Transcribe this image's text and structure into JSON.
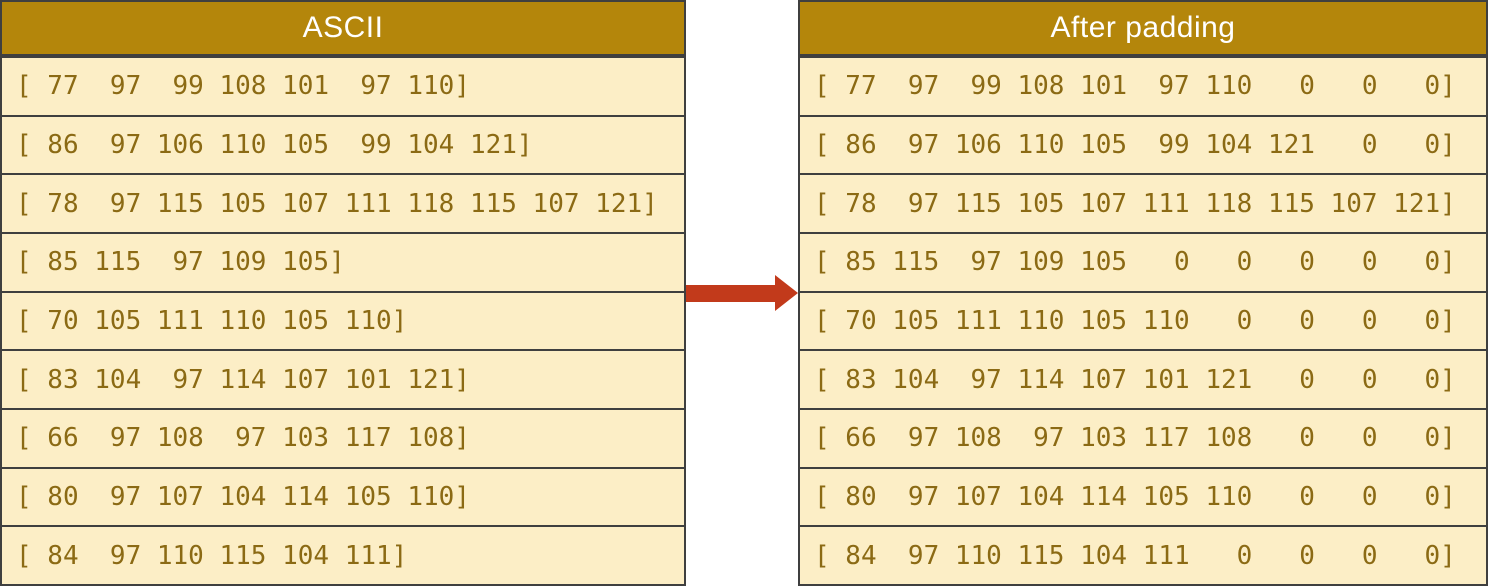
{
  "colors": {
    "header_bg": "#B4860B",
    "header_text": "#FFFFFF",
    "row_bg": "#FCEEC6",
    "row_text": "#8B6A14",
    "border": "#3F3F3F",
    "arrow": "#C23A1B",
    "page_bg": "#FFFFFF"
  },
  "left_table": {
    "title": "ASCII",
    "rows": [
      "[ 77  97  99 108 101  97 110]",
      "[ 86  97 106 110 105  99 104 121]",
      "[ 78  97 115 105 107 111 118 115 107 121]",
      "[ 85 115  97 109 105]",
      "[ 70 105 111 110 105 110]",
      "[ 83 104  97 114 107 101 121]",
      "[ 66  97 108  97 103 117 108]",
      "[ 80  97 107 104 114 105 110]",
      "[ 84  97 110 115 104 111]"
    ]
  },
  "right_table": {
    "title": "After padding",
    "rows": [
      "[ 77  97  99 108 101  97 110   0   0   0]",
      "[ 86  97 106 110 105  99 104 121   0   0]",
      "[ 78  97 115 105 107 111 118 115 107 121]",
      "[ 85 115  97 109 105   0   0   0   0   0]",
      "[ 70 105 111 110 105 110   0   0   0   0]",
      "[ 83 104  97 114 107 101 121   0   0   0]",
      "[ 66  97 108  97 103 117 108   0   0   0]",
      "[ 80  97 107 104 114 105 110   0   0   0]",
      "[ 84  97 110 115 104 111   0   0   0   0]"
    ]
  },
  "arrow": {
    "icon": "right-arrow"
  }
}
